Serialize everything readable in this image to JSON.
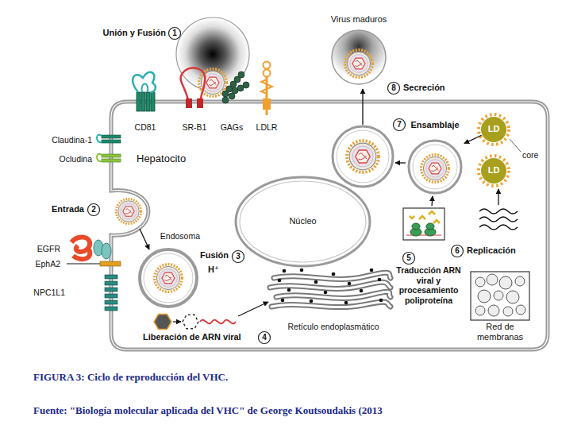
{
  "diagram": {
    "caption": "FIGURA 3: Ciclo de reproducción del VHC.",
    "nodes": [
      {
        "text": [
          "Hepatocito"
        ]
      },
      {
        "text": [
          "Núcleo"
        ],
        "in": 0
      },
      {
        "text": [
          "Endosoma"
        ],
        "in": 0
      },
      {
        "text": [
          "Retículo endoplasmático"
        ],
        "in": 0
      },
      {
        "text": [
          "Traducción ARN viral y procesamiento poliproteína"
        ],
        "in": 0
      },
      {
        "text": [
          "Red de membranas"
        ],
        "in": 0
      },
      {
        "text": [
          "Ensamblaje"
        ],
        "in": 0
      },
      {
        "text": [
          "LD"
        ],
        "in": 0
      },
      {
        "text": [
          "LD"
        ],
        "in": 0
      },
      {
        "text": [
          "Virus maduros"
        ]
      }
    ],
    "edges": [
      {
        "from": 4,
        "to": 6,
        "arrow": "to"
      },
      {
        "from": 7,
        "to": 6,
        "arrow": "to"
      }
    ],
    "labels": [
      "Unión y Fusión",
      "1",
      "CD81",
      "SR-B1",
      "GAGs",
      "LDLR",
      "Claudina-1",
      "Ocludina",
      "Entrada",
      "2",
      "EGFR",
      "EphA2",
      "NPC1L1",
      "Fusión",
      "3",
      "H⁺",
      "Liberación de ARN viral",
      "4",
      "5",
      "6",
      "Replicación",
      "core",
      "7",
      "8",
      "Secreción",
      "Fuente: \"Biología molecular aplicada del VHC\" de George Koutsoudakis (2013"
    ]
  }
}
